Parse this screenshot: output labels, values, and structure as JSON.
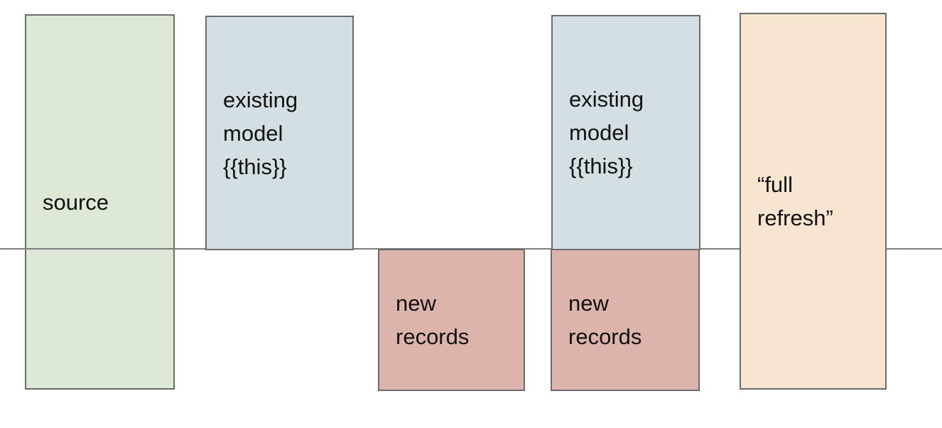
{
  "diagram": {
    "description_note": "",
    "boxes": [
      {
        "id": "source",
        "label": "source",
        "fill": "#dde8d6"
      },
      {
        "id": "existing-model-1",
        "label": "existing\nmodel\n{{this}}",
        "fill": "#d3dfe3"
      },
      {
        "id": "new-records-1",
        "label": "new\nrecords",
        "fill": "#dcb4ab"
      },
      {
        "id": "existing-model-2",
        "label": "existing\nmodel\n{{this}}",
        "fill": "#d3dfe3"
      },
      {
        "id": "new-records-2",
        "label": "new\nrecords",
        "fill": "#dcb4ab"
      },
      {
        "id": "full-refresh",
        "label": "“full\nrefresh”",
        "fill": "#f8e5cf"
      }
    ],
    "colors": {
      "box_border": "#6b6b6b",
      "timeline": "#7d7d7d",
      "background": "#ffffff",
      "text": "#111111"
    }
  }
}
